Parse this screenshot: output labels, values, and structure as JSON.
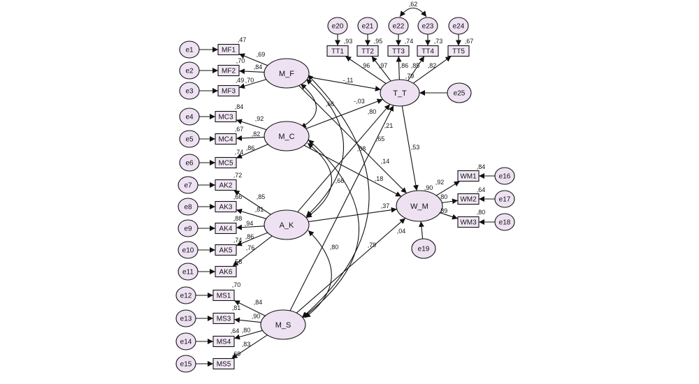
{
  "colors": {
    "node_fill": "#ede1f2",
    "box_fill": "#f1e7f5",
    "stroke": "#111111",
    "background": "#ffffff"
  },
  "latent": [
    {
      "id": "MF",
      "label": "M_F"
    },
    {
      "id": "MC",
      "label": "M_C"
    },
    {
      "id": "AK",
      "label": "A_K"
    },
    {
      "id": "MS",
      "label": "M_S"
    },
    {
      "id": "TT",
      "label": "T_T"
    },
    {
      "id": "WM",
      "label": "W_M"
    }
  ],
  "indicators": [
    {
      "id": "MF1",
      "label": "MF1",
      "r2": ",47",
      "loading": ",69",
      "error": "e1"
    },
    {
      "id": "MF2",
      "label": "MF2",
      "r2": ",70",
      "loading": ",84",
      "error": "e2"
    },
    {
      "id": "MF3",
      "label": "MF3",
      "r2": ",49",
      "loading": ",70",
      "error": "e3"
    },
    {
      "id": "MC3",
      "label": "MC3",
      "r2": ",84",
      "loading": ",92",
      "error": "e4"
    },
    {
      "id": "MC4",
      "label": "MC4",
      "r2": ",67",
      "loading": ",82",
      "error": "e5"
    },
    {
      "id": "MC5",
      "label": "MC5",
      "r2": ",74",
      "loading": ",86",
      "error": "e6"
    },
    {
      "id": "AK2",
      "label": "AK2",
      "r2": ",72",
      "loading": ",85",
      "error": "e7"
    },
    {
      "id": "AK3",
      "label": "AK3",
      "r2": ",66",
      "loading": ",81",
      "error": "e8"
    },
    {
      "id": "AK4",
      "label": "AK4",
      "r2": ",88",
      "loading": ",94",
      "error": "e9"
    },
    {
      "id": "AK5",
      "label": "AK5",
      "r2": ",74",
      "loading": ",86",
      "error": "e10"
    },
    {
      "id": "AK6",
      "label": "AK6",
      "r2": ",58",
      "loading": ",76",
      "error": "e11"
    },
    {
      "id": "MS1",
      "label": "MS1",
      "r2": ",70",
      "loading": ",84",
      "error": "e12"
    },
    {
      "id": "MS3",
      "label": "MS3",
      "r2": ",81",
      "loading": ",90",
      "error": "e13"
    },
    {
      "id": "MS4",
      "label": "MS4",
      "r2": ",64",
      "loading": ",80",
      "error": "e14"
    },
    {
      "id": "MS5",
      "label": "MS5",
      "r2": ",69",
      "loading": ",83",
      "error": "e15"
    },
    {
      "id": "TT1",
      "label": "TT1",
      "r2": ",93",
      "loading": ",96",
      "error": "e20"
    },
    {
      "id": "TT2",
      "label": "TT2",
      "r2": ",95",
      "loading": ",97",
      "error": "e21"
    },
    {
      "id": "TT3",
      "label": "TT3",
      "r2": ",74",
      "loading": ",86",
      "error": "e22"
    },
    {
      "id": "TT4",
      "label": "TT4",
      "r2": ",73",
      "loading": ",85",
      "error": "e23"
    },
    {
      "id": "TT5",
      "label": "TT5",
      "r2": ",67",
      "loading": ",82",
      "error": "e24"
    },
    {
      "id": "WM1",
      "label": "WM1",
      "r2": ",84",
      "loading": ",92",
      "error": "e16"
    },
    {
      "id": "WM2",
      "label": "WM2",
      "r2": ",64",
      "loading": ",80",
      "error": "e17"
    },
    {
      "id": "WM3",
      "label": "WM3",
      "r2": ",80",
      "loading": ",89",
      "error": "e18"
    }
  ],
  "structural_errors": [
    {
      "id": "e25",
      "label": "e25",
      "target": "TT"
    },
    {
      "id": "e19",
      "label": "e19",
      "target": "WM"
    }
  ],
  "paths": [
    {
      "from": "MF",
      "to": "TT",
      "label": "-,11"
    },
    {
      "from": "MC",
      "to": "TT",
      "label": "-,03"
    },
    {
      "from": "AK",
      "to": "TT",
      "label": ",80"
    },
    {
      "from": "MS",
      "to": "TT",
      "label": ",21"
    },
    {
      "from": "TT",
      "to": "WM",
      "label": ",53"
    },
    {
      "from": "MF",
      "to": "WM",
      "label": ",14"
    },
    {
      "from": "MC",
      "to": "WM",
      "label": ",18"
    },
    {
      "from": "AK",
      "to": "WM",
      "label": ",37"
    },
    {
      "from": "MS",
      "to": "WM",
      "label": ",04"
    }
  ],
  "covariances": [
    {
      "a": "MF",
      "b": "MC",
      "label": ",66"
    },
    {
      "a": "MF",
      "b": "AK",
      "label": ",68"
    },
    {
      "a": "MF",
      "b": "MS",
      "label": ",65"
    },
    {
      "a": "MC",
      "b": "AK",
      "label": ",66"
    },
    {
      "a": "MC",
      "b": "MS",
      "label": ",79"
    },
    {
      "a": "AK",
      "b": "MS",
      "label": ",80"
    },
    {
      "a": "TT3",
      "b": "TT4",
      "label": ",62"
    }
  ],
  "extra_r2": [
    {
      "target": "TT",
      "value": ",79"
    },
    {
      "target": "WM",
      "value": ",90"
    }
  ]
}
